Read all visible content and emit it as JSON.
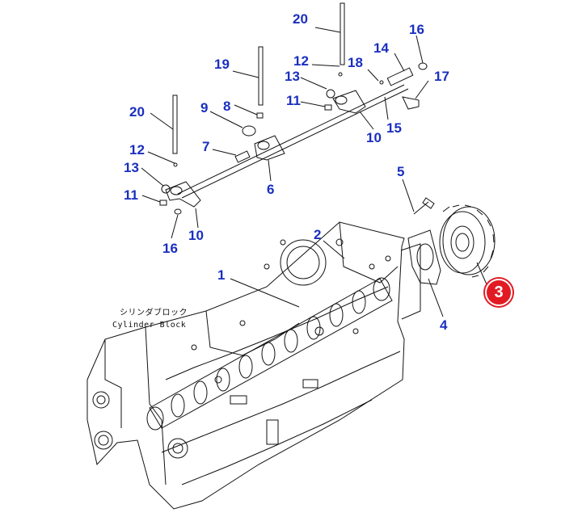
{
  "diagram": {
    "callouts": [
      {
        "id": "c20a",
        "label": "20"
      },
      {
        "id": "c16a",
        "label": "16"
      },
      {
        "id": "c14",
        "label": "14"
      },
      {
        "id": "c12a",
        "label": "12"
      },
      {
        "id": "c18",
        "label": "18"
      },
      {
        "id": "c17",
        "label": "17"
      },
      {
        "id": "c19",
        "label": "19"
      },
      {
        "id": "c13a",
        "label": "13"
      },
      {
        "id": "c11a",
        "label": "11"
      },
      {
        "id": "c15",
        "label": "15"
      },
      {
        "id": "c10a",
        "label": "10"
      },
      {
        "id": "c9",
        "label": "9"
      },
      {
        "id": "c8",
        "label": "8"
      },
      {
        "id": "c20b",
        "label": "20"
      },
      {
        "id": "c7",
        "label": "7"
      },
      {
        "id": "c6",
        "label": "6"
      },
      {
        "id": "c12b",
        "label": "12"
      },
      {
        "id": "c13b",
        "label": "13"
      },
      {
        "id": "c11b",
        "label": "11"
      },
      {
        "id": "c10b",
        "label": "10"
      },
      {
        "id": "c16b",
        "label": "16"
      },
      {
        "id": "c5",
        "label": "5"
      },
      {
        "id": "c2",
        "label": "2"
      },
      {
        "id": "c1",
        "label": "1"
      },
      {
        "id": "c4",
        "label": "4"
      }
    ],
    "highlight_label": "3",
    "block_caption_jp": "シリンダブロック",
    "block_caption_en": "Cylinder Block",
    "colors": {
      "callout": "#1a2fbf",
      "highlight": "#e21b23",
      "line": "#111111"
    }
  }
}
